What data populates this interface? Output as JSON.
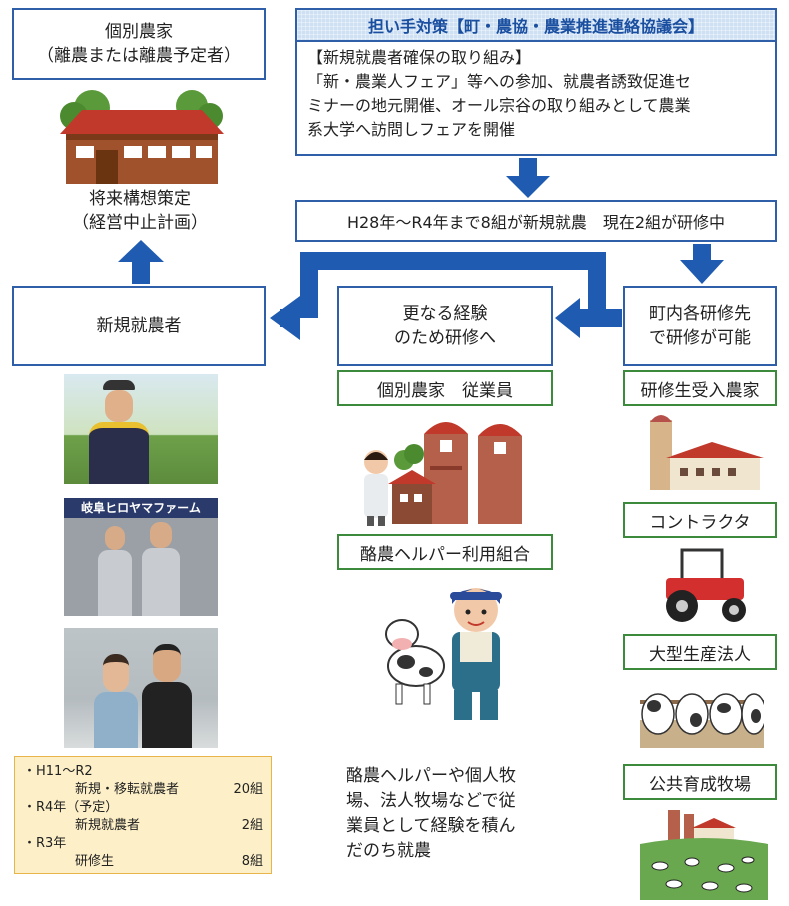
{
  "top_left": {
    "title_line1": "個別農家",
    "title_line2": "（離農または離農予定者）"
  },
  "plan": {
    "line1": "将来構想策定",
    "line2": "（経営中止計画）"
  },
  "initiative": {
    "header": "担い手対策【町・農協・農業推進連絡協議会】",
    "line1": "【新規就農者確保の取り組み】",
    "line2": "「新・農業人フェア」等への参加、就農者誘致促進セ",
    "line3": "ミナーの地元開催、オール宗谷の取り組みとして農業",
    "line4": "系大学へ訪問しフェアを開催"
  },
  "result": "H28年〜R4年まで8組が新規就農　現在2組が研修中",
  "new_farmer": "新規就農者",
  "further": {
    "line1": "更なる経験",
    "line2": "のため研修へ"
  },
  "training_site": {
    "line1": "町内各研修先",
    "line2": "で研修が可能"
  },
  "mid": {
    "employee": "個別農家　従業員",
    "helper": "酪農ヘルパー利用組合"
  },
  "right": {
    "host": "研修生受入農家",
    "contractor": "コントラクタ",
    "corp": "大型生産法人",
    "ranch": "公共育成牧場"
  },
  "banner_text": "岐阜ヒロヤマファーム",
  "note": {
    "line1": "酪農ヘルパーや個人牧",
    "line2": "場、法人牧場などで従",
    "line3": "業員として経験を積ん",
    "line4": "だのち就農"
  },
  "stats": {
    "r1": "・H11〜R2",
    "r2_label": "新規・移転就農者",
    "r2_val": "20組",
    "r3": "・R4年（予定）",
    "r4_label": "新規就農者",
    "r4_val": "2組",
    "r5": "・R3年",
    "r6_label": "研修生",
    "r6_val": "8組"
  },
  "colors": {
    "blue": "#2e5fa8",
    "arrow": "#1f5bb0",
    "green": "#3c8a3c",
    "stats_bg": "#fdf0c8"
  }
}
